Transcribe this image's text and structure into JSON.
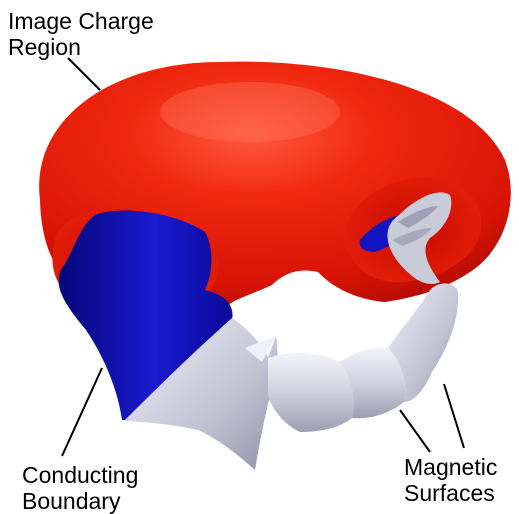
{
  "labels": {
    "image_charge": {
      "line1": "Image Charge",
      "line2": "Region"
    },
    "conducting": {
      "line1": "Conducting",
      "line2": "Boundary"
    },
    "magnetic": {
      "line1": "Magnetic",
      "line2": "Surfaces"
    }
  },
  "colors": {
    "image_charge_region": "#e81a08",
    "conducting_boundary": "#0c0cb4",
    "magnetic_surfaces": "#c8cad8",
    "leader_line": "#000000"
  }
}
